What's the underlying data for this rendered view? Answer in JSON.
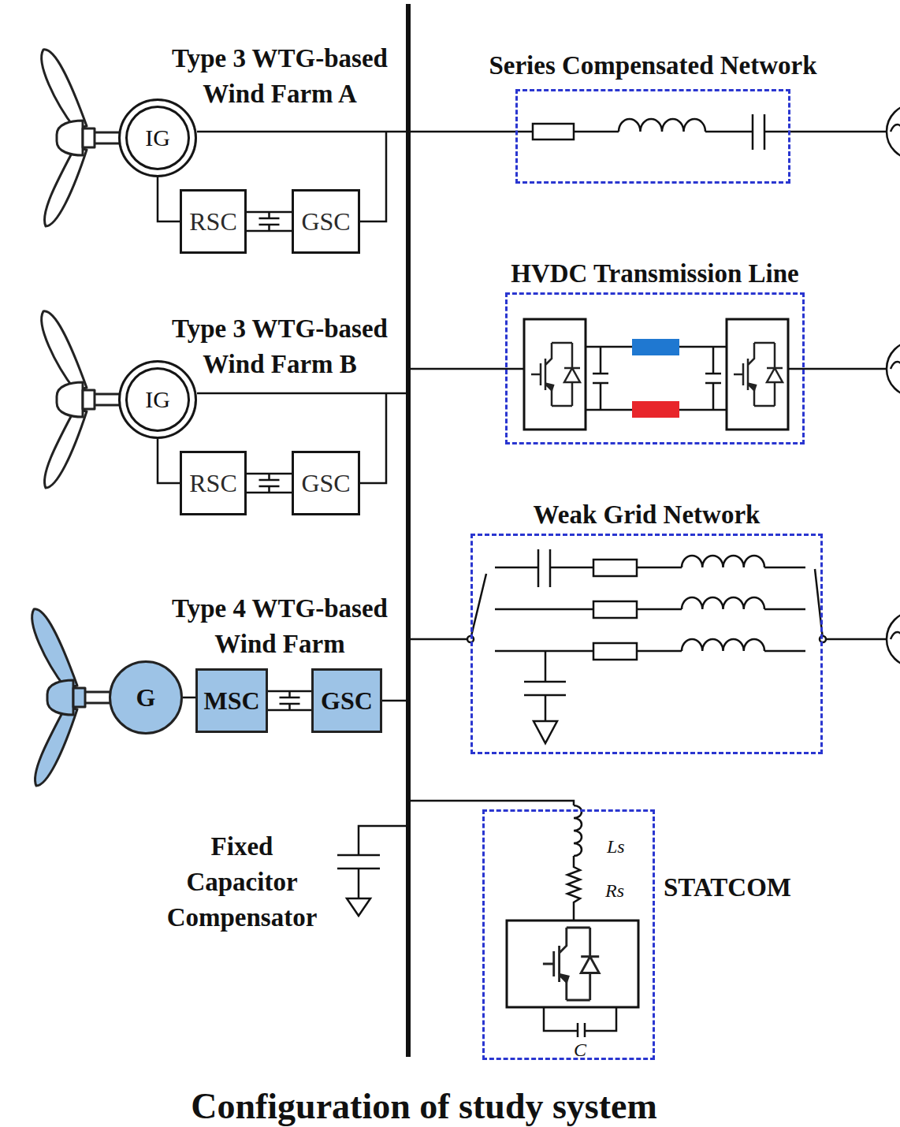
{
  "diagram": {
    "caption": "Configuration of study system",
    "nodes": [
      {
        "text": [
          "IG"
        ]
      },
      {
        "text": [
          "RSC"
        ]
      },
      {
        "text": [
          "GSC"
        ]
      },
      {
        "text": [
          "IG"
        ]
      },
      {
        "text": [
          "RSC"
        ]
      },
      {
        "text": [
          "GSC"
        ]
      },
      {
        "text": [
          "G"
        ]
      },
      {
        "text": [
          "MSC"
        ]
      },
      {
        "text": [
          "GSC"
        ]
      },
      {
        "text": [
          "Series Compensated Network"
        ]
      },
      {
        "text": [
          "HVDC Transmission Line"
        ]
      },
      {
        "text": [
          "Weak Grid Network"
        ]
      },
      {
        "text": [
          "STATCOM"
        ]
      }
    ],
    "edges": [
      {
        "from": 0,
        "to": 1,
        "arrow": "none"
      },
      {
        "from": 1,
        "to": 2,
        "arrow": "none"
      },
      {
        "from": 3,
        "to": 4,
        "arrow": "none"
      },
      {
        "from": 4,
        "to": 5,
        "arrow": "none"
      },
      {
        "from": 6,
        "to": 7,
        "arrow": "none"
      },
      {
        "from": 7,
        "to": 8,
        "arrow": "none"
      }
    ],
    "labels": [
      "Type 3 WTG-based Wind Farm A",
      "Type 3 WTG-based Wind Farm B",
      "Type 4 WTG-based Wind Farm",
      "Fixed Capacitor Compensator",
      "Ls",
      "Rs",
      "C"
    ]
  }
}
